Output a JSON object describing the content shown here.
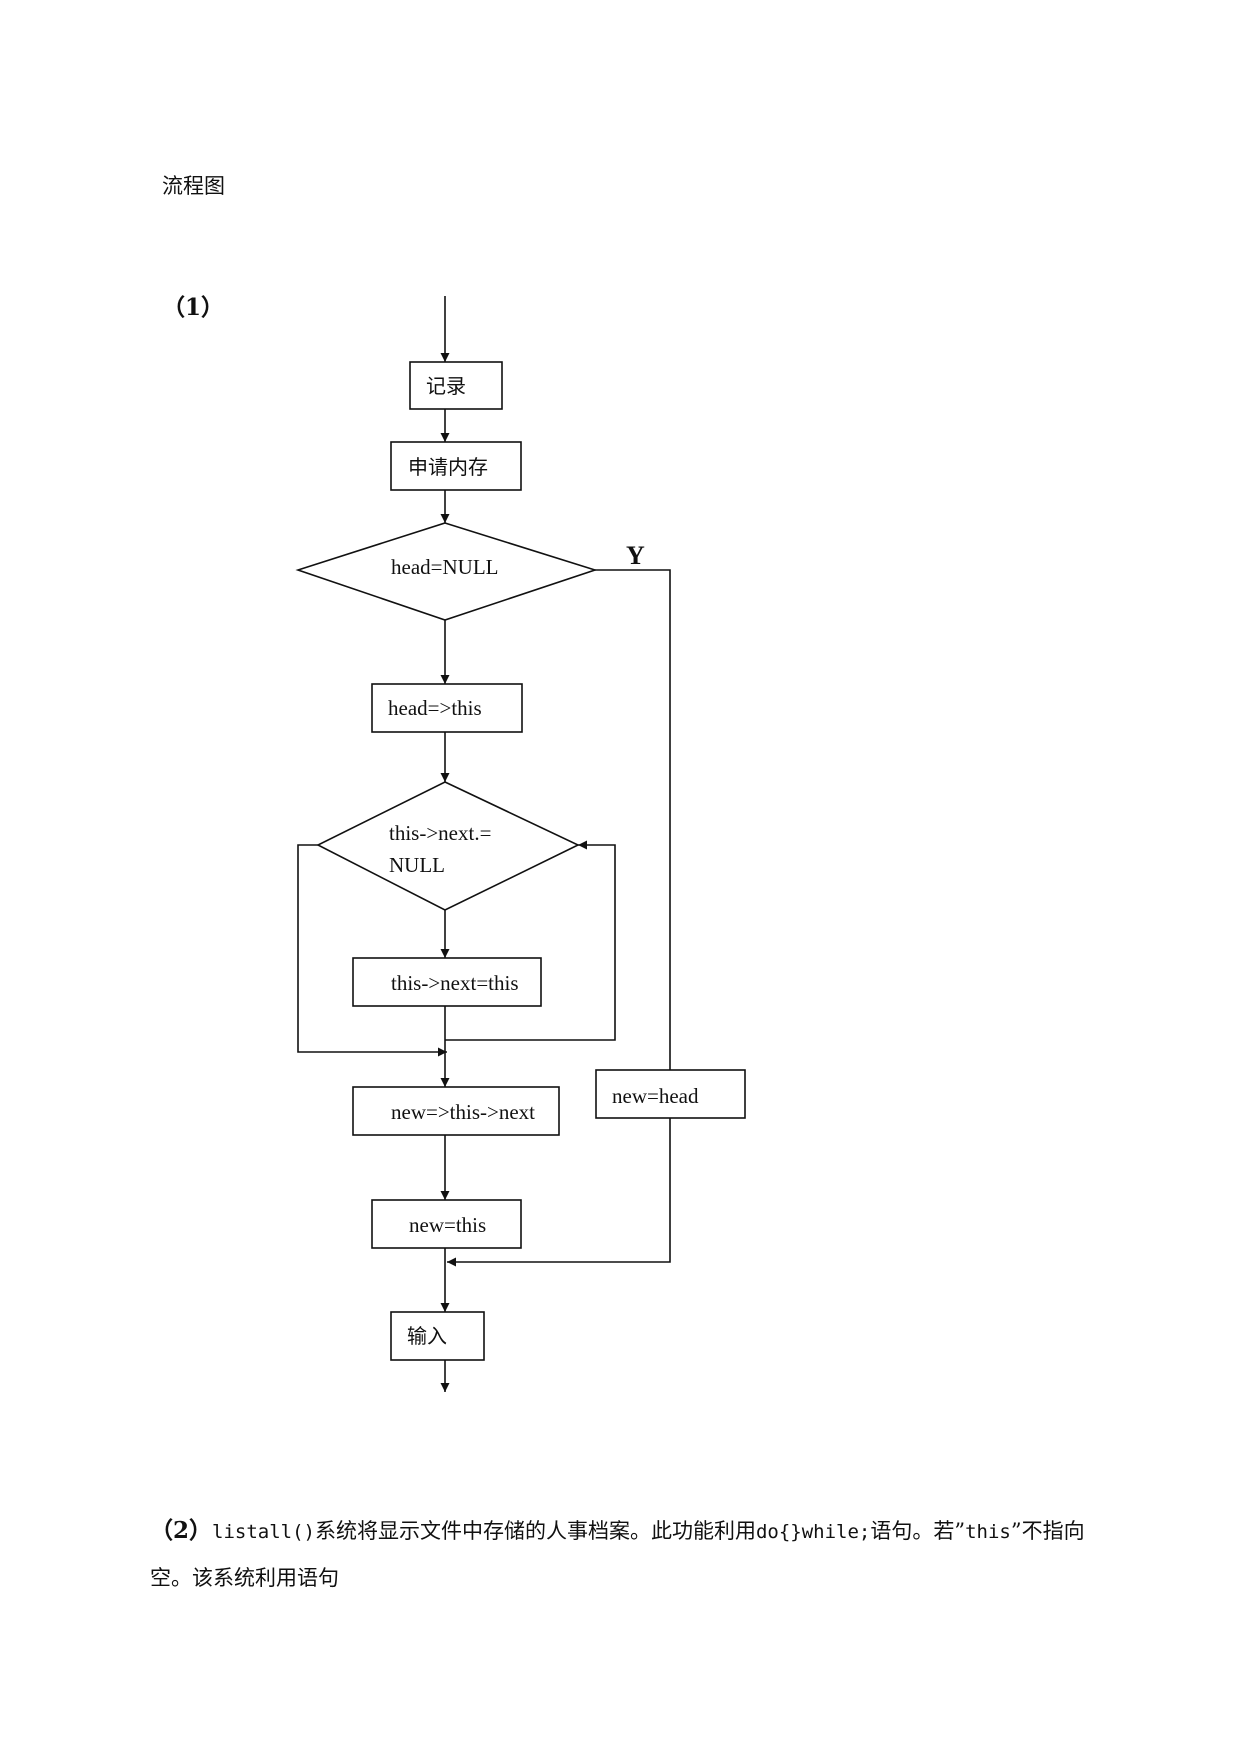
{
  "heading": "流程图",
  "section1_label": "（1）",
  "flow": {
    "record": "记录",
    "alloc": "申请内存",
    "cond_head": "head=NULL",
    "yes_label": "Y",
    "head_this": "head=>this",
    "cond_next_line1": "this->next.=",
    "cond_next_line2": "NULL",
    "next_this": "this->next=this",
    "new_next": "new=>this->next",
    "new_head": "new=head",
    "new_this": "new=this",
    "input": "输入"
  },
  "section2": {
    "label": "（2）",
    "code1": "listall()",
    "text1": "系统将显示文件中存储的人事档案。此功能利用",
    "code2": "do{}while;",
    "text2": "语句。若”",
    "code3": "this",
    "text3": "”不指向空。该系统利用语句"
  }
}
